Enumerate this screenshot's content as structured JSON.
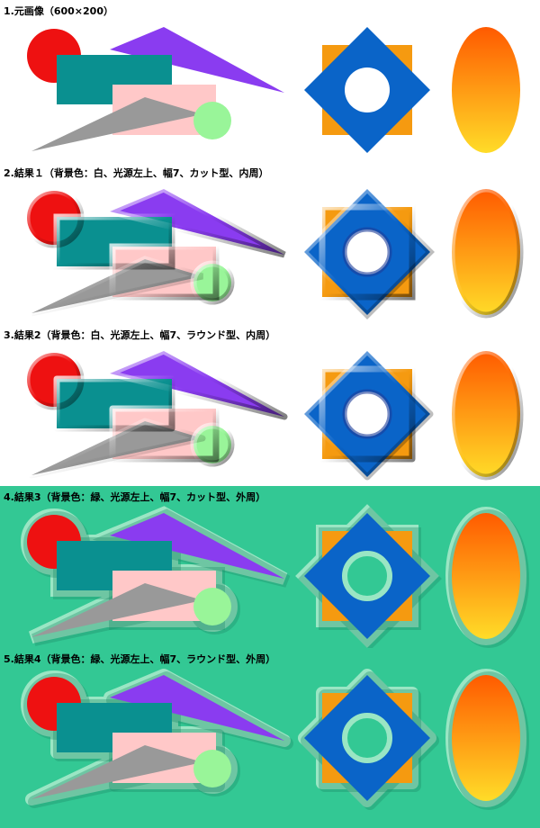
{
  "panels": [
    {
      "title": "1.元画像（600×200）",
      "background": "#ffffff",
      "style": "none"
    },
    {
      "title": "2.結果１（背景色：白、光源左上、幅7、カット型、内周）",
      "background": "#ffffff",
      "style": "inner-cut"
    },
    {
      "title": "3.結果2（背景色：白、光源左上、幅7、ラウンド型、内周）",
      "background": "#ffffff",
      "style": "inner-round"
    },
    {
      "title": "4.結果3（背景色：緑、光源左上、幅7、カット型、外周）",
      "background": "#33c894",
      "style": "outer-cut"
    },
    {
      "title": "5.結果4（背景色：緑、光源左上、幅7、ラウンド型、外周）",
      "background": "#33c894",
      "style": "outer-round"
    }
  ],
  "colors": {
    "red": "#ee1111",
    "teal": "#0a9090",
    "pink": "#ffc8c8",
    "gray": "#999999",
    "purple": "#8a3cf0",
    "light_green": "#99f599",
    "orange": "#f59a10",
    "blue": "#0a64c8",
    "ellipse_top": "#ff5a00",
    "ellipse_bottom": "#ffdc28",
    "green_bg": "#33c894",
    "outer_rim": "#9ae6c4"
  }
}
